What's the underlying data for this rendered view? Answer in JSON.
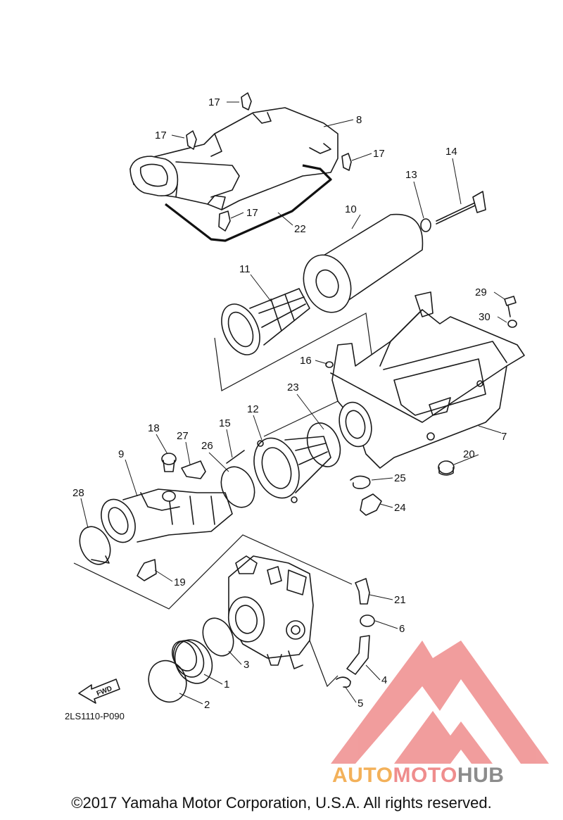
{
  "diagram": {
    "drawing_code": "2LS1110-P090",
    "fwd_label": "FWD",
    "copyright": "©2017 Yamaha Motor Corporation, U.S.A. All rights reserved.",
    "watermark": {
      "word1": "AUTO",
      "word2": "MOTO",
      "word3": "HUB"
    },
    "callouts": {
      "c1": "1",
      "c2": "2",
      "c3": "3",
      "c4": "4",
      "c5": "5",
      "c6": "6",
      "c7": "7",
      "c8": "8",
      "c9": "9",
      "c10": "10",
      "c11": "11",
      "c12": "12",
      "c13": "13",
      "c14": "14",
      "c15": "15",
      "c16": "16",
      "c17a": "17",
      "c17b": "17",
      "c17c": "17",
      "c17d": "17",
      "c18": "18",
      "c19": "19",
      "c20": "20",
      "c21": "21",
      "c22": "22",
      "c23": "23",
      "c24": "24",
      "c25": "25",
      "c26": "26",
      "c27": "27",
      "c28": "28",
      "c29": "29",
      "c30": "30"
    },
    "colors": {
      "ink": "#1a1a1a",
      "logo_red": "#ef8d8d",
      "logo_orange": "#f3b15a",
      "logo_gray": "#8c8c8c"
    }
  }
}
